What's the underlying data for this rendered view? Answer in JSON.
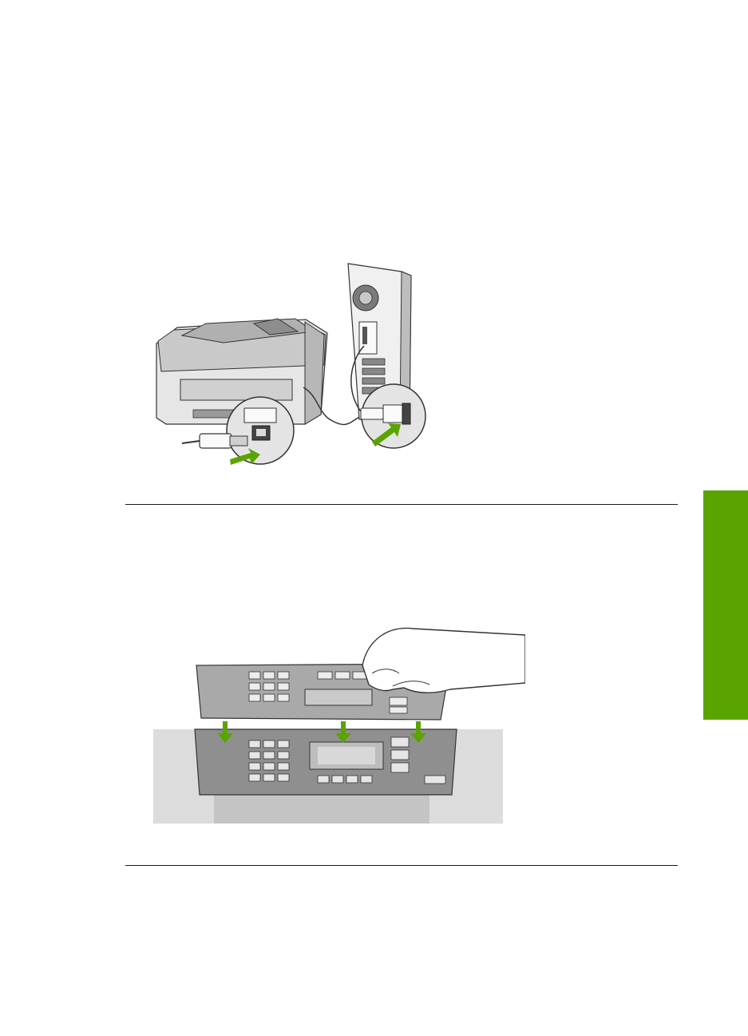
{
  "page": {
    "accent_color": "#5aa400",
    "figures": [
      {
        "id": "usb-connection",
        "icon": "printer-usb-to-computer"
      },
      {
        "id": "faceplate-attach",
        "icon": "control-panel-overlay"
      }
    ]
  },
  "colors": {
    "arrow": "#5aa400",
    "line": "#1a1a1a",
    "device_gray": "#d8d8d8"
  }
}
